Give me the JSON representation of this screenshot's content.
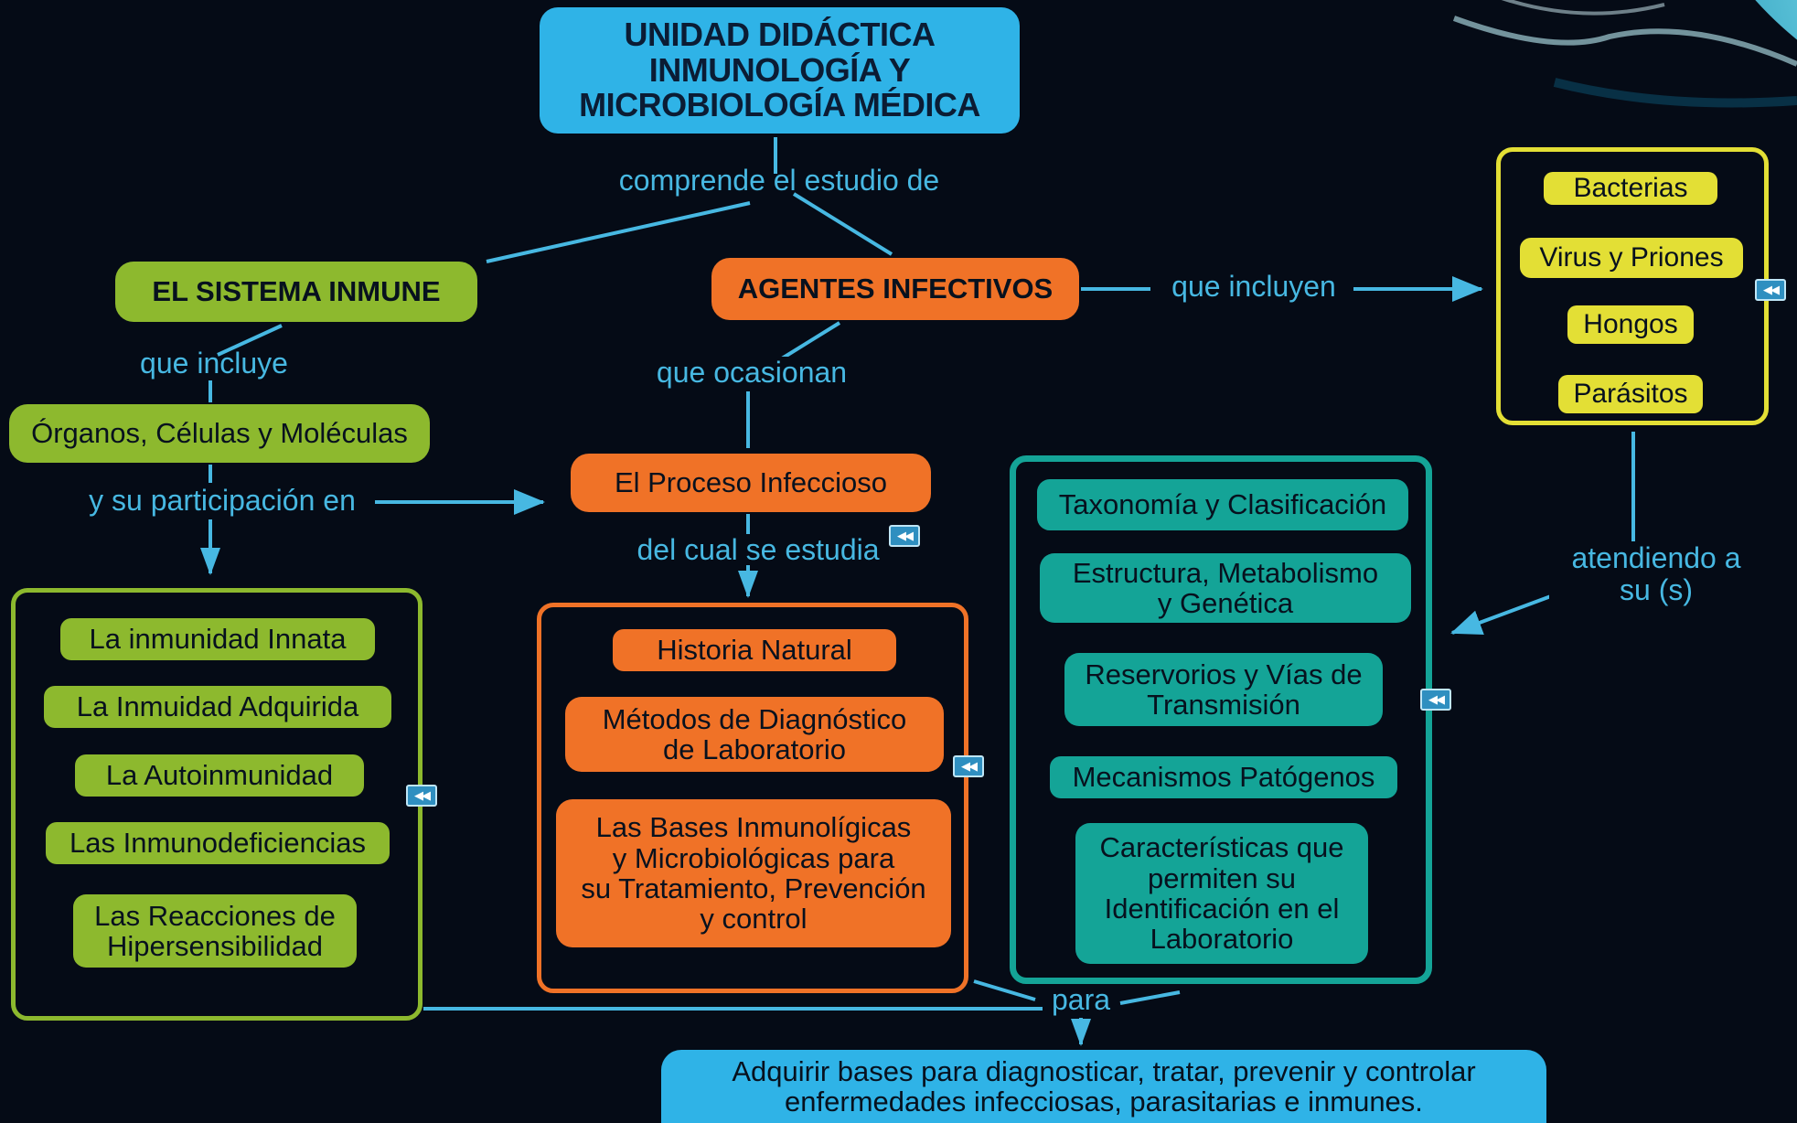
{
  "title": "UNIDAD DIDÁCTICA\nINMUNOLOGÍA Y\nMICROBIOLOGÍA MÉDICA",
  "nodes": {
    "sistema_inmune": "EL SISTEMA INMUNE",
    "agentes_infectivos": "AGENTES INFECTIVOS",
    "organos": "Órganos, Células y Moléculas",
    "proceso_infeccioso": "El Proceso Infeccioso",
    "resultado": "Adquirir bases para diagnosticar, tratar, prevenir y controlar\nenfermedades infecciosas, parasitarias e inmunes."
  },
  "links": {
    "comprende": "comprende el estudio de",
    "que_incluye": "que incluye",
    "que_ocasionan": "que ocasionan",
    "que_incluyen": "que incluyen",
    "participacion": "y su participación en",
    "del_cual": "del cual se estudia",
    "atendiendo": "atendiendo a\nsu (s)",
    "para": "para"
  },
  "inmune_items": [
    "La inmunidad Innata",
    "La Inmuidad Adquirida",
    "La Autoinmunidad",
    "Las Inmunodeficiencias",
    "Las Reacciones de\nHipersensibilidad"
  ],
  "proceso_items": [
    "Historia Natural",
    "Métodos de Diagnóstico\nde Laboratorio",
    "Las Bases Inmunolígicas\ny Microbiológicas para\nsu Tratamiento, Prevención\ny control"
  ],
  "agentes_items": [
    "Bacterias",
    "Virus y Priones",
    "Hongos",
    "Parásitos"
  ],
  "estudio_items": [
    "Taxonomía y Clasificación",
    "Estructura, Metabolismo\ny Genética",
    "Reservorios y Vías de\nTransmisión",
    "Mecanismos Patógenos",
    "Características que\npermiten su\nIdentificación en el\nLaboratorio"
  ],
  "collapse_icon": "collapse-arrows-icon",
  "colors": {
    "background": "#050b16",
    "connector": "#47b8e2",
    "title": "#2fb3e7",
    "green": "#8db92e",
    "orange": "#f07227",
    "teal": "#14a497",
    "yellow": "#e3df35"
  }
}
